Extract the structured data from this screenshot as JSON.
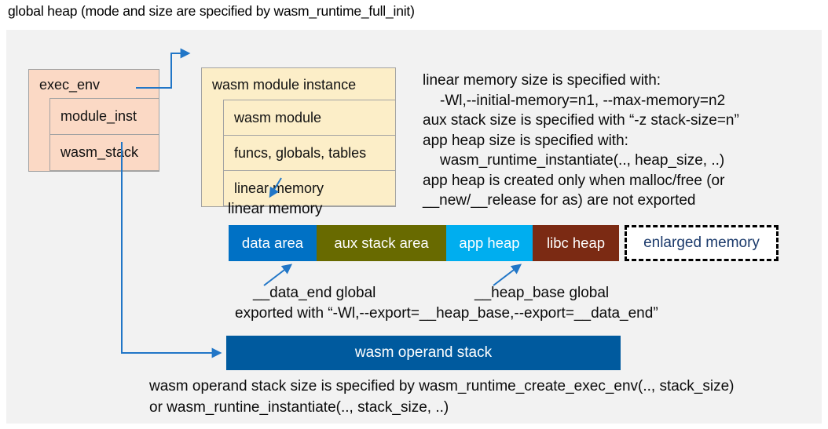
{
  "title": "global heap (mode and size are specified by wasm_runtime_full_init)",
  "exec_env": {
    "header": "exec_env",
    "fields": [
      "module_inst",
      "wasm_stack"
    ]
  },
  "module_instance": {
    "header": "wasm module instance",
    "fields": [
      "wasm module",
      "funcs, globals, tables",
      "linear memory"
    ]
  },
  "notes": {
    "lines": [
      "linear memory size is specified with:",
      "-Wl,--initial-memory=n1, --max-memory=n2",
      "aux stack size is specified with “-z stack-size=n”",
      "app heap size is specified with:",
      "wasm_runtime_instantiate(.., heap_size, ..)",
      "app heap is created only when malloc/free (or",
      "__new/__release for as) are not exported"
    ]
  },
  "linear_memory": {
    "label": "linear memory",
    "segments": [
      {
        "label": "data area",
        "color": "#0071c5"
      },
      {
        "label": "aux stack area",
        "color": "#686a00"
      },
      {
        "label": "app heap",
        "color": "#00aeef"
      },
      {
        "label": "libc heap",
        "color": "#7b2a13"
      },
      {
        "label": "enlarged memory",
        "color": "#ffffff",
        "border": "dashed",
        "text_color": "#1b3a6b"
      }
    ]
  },
  "globals": {
    "data_end_label": "__data_end global",
    "heap_base_label": "__heap_base global",
    "exported_note": "exported with “-Wl,--export=__heap_base,--export=__data_end”"
  },
  "operand_stack": {
    "label": "wasm operand stack",
    "color": "#005a9e",
    "notes": [
      "wasm operand stack size is specified by wasm_runtime_create_exec_env(.., stack_size)",
      "or wasm_runtine_instantiate(.., stack_size, ..)"
    ]
  },
  "colors": {
    "panel_background": "#f2f2f2",
    "exec_env_box": "#fbd9c5",
    "module_instance_box": "#fceec8",
    "box_border": "#a3a3a3",
    "connector_blue": "#2176c7"
  }
}
